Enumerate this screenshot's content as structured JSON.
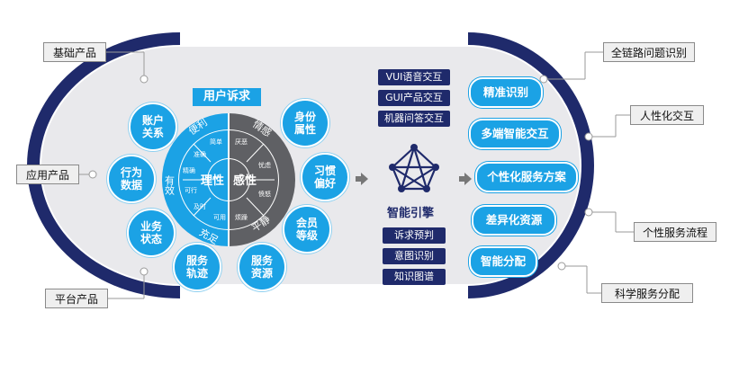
{
  "left_labels": [
    "基础产品",
    "应用产品",
    "平台产品"
  ],
  "right_labels": [
    "全链路问题识别",
    "人性化交互",
    "个性服务流程",
    "科学服务分配"
  ],
  "user_demand_title": "用户诉求",
  "bubbles": [
    {
      "l1": "账户",
      "l2": "关系"
    },
    {
      "l1": "行为",
      "l2": "数据"
    },
    {
      "l1": "业务",
      "l2": "状态"
    },
    {
      "l1": "服务",
      "l2": "轨迹"
    },
    {
      "l1": "服务",
      "l2": "资源"
    },
    {
      "l1": "会员",
      "l2": "等级"
    },
    {
      "l1": "习惯",
      "l2": "偏好"
    },
    {
      "l1": "身份",
      "l2": "属性"
    }
  ],
  "wheel": {
    "left_center": "理性",
    "right_center": "感性",
    "left_ring": [
      "便利",
      "有效",
      "充足"
    ],
    "right_ring": [
      "情感",
      "平静"
    ],
    "left_inner": [
      "简单",
      "准确",
      "精确",
      "可行",
      "及时",
      "可用"
    ],
    "right_inner": [
      "厌恶",
      "忧虑",
      "愤怒",
      "烦躁"
    ]
  },
  "engine": {
    "top_tags": [
      "VUI语音交互",
      "GUI产品交互",
      "机器问答交互"
    ],
    "label": "智能引擎",
    "bottom_tags": [
      "诉求预判",
      "意图识别",
      "知识图谱"
    ]
  },
  "outputs": [
    "精准识别",
    "多端智能交互",
    "个性化服务方案",
    "差异化资源",
    "智能分配"
  ],
  "colors": {
    "navy": "#1f2a6b",
    "blue": "#1ba2e5",
    "gray": "#8a8a8a",
    "panel": "#e9e9ec"
  }
}
